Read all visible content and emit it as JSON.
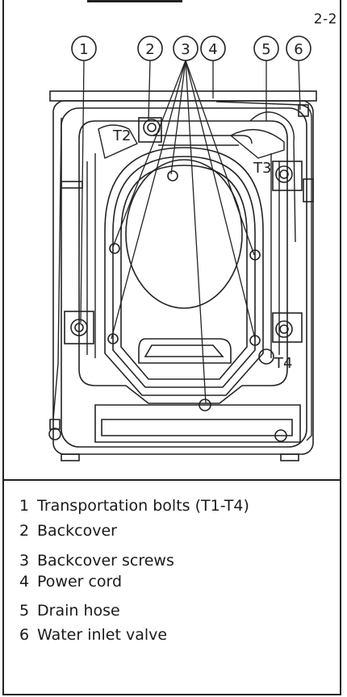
{
  "page_ref": "2-2",
  "callouts": [
    "1",
    "2",
    "3",
    "4",
    "5",
    "6"
  ],
  "bolt_labels": [
    "T2",
    "T3",
    "T4"
  ],
  "legend": [
    {
      "num": "1",
      "text": "Transportation bolts (T1-T4)"
    },
    {
      "num": "2",
      "text": "Backcover"
    },
    {
      "num": "3",
      "text": "Backcover screws"
    },
    {
      "num": "4",
      "text": "Power cord"
    },
    {
      "num": "5",
      "text": "Drain hose"
    },
    {
      "num": "6",
      "text": "Water inlet valve"
    }
  ]
}
